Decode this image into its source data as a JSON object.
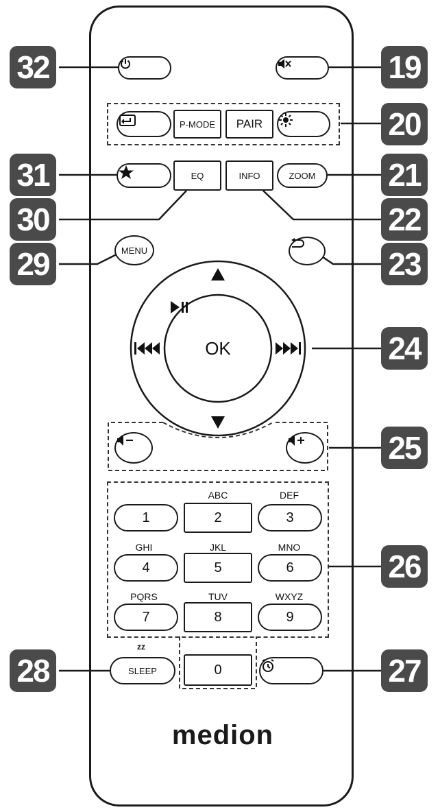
{
  "callouts": [
    "32",
    "19",
    "20",
    "31",
    "21",
    "30",
    "22",
    "29",
    "23",
    "24",
    "25",
    "26",
    "28",
    "27"
  ],
  "buttons": {
    "power_icon": "power-icon",
    "mute_icon": "mute-icon",
    "mode_icon": "mode-switch-icon",
    "pmode": "P-MODE",
    "pair": "PAIR",
    "brightness_icon": "brightness-icon",
    "favorite_icon": "star-icon",
    "eq": "EQ",
    "info": "INFO",
    "zoom": "ZOOM",
    "menu": "MENU",
    "back_icon": "back-icon",
    "up_icon": "up-arrow-icon",
    "down_icon": "down-arrow-icon",
    "prev_icon": "previous-track-icon",
    "next_icon": "next-track-icon",
    "ok": "OK",
    "play_pause_icon": "play-pause-icon",
    "vol_down_icon": "volume-down-icon",
    "vol_up_icon": "volume-up-icon",
    "sleep": "SLEEP",
    "sleep_zz": "zz",
    "alarm_icon": "alarm-clock-icon"
  },
  "keypad": {
    "keys": [
      "1",
      "2",
      "3",
      "4",
      "5",
      "6",
      "7",
      "8",
      "9",
      "0"
    ],
    "letters": [
      "ABC",
      "DEF",
      "GHI",
      "JKL",
      "MNO",
      "PQRS",
      "TUV",
      "WXYZ"
    ]
  },
  "brand": "medion"
}
